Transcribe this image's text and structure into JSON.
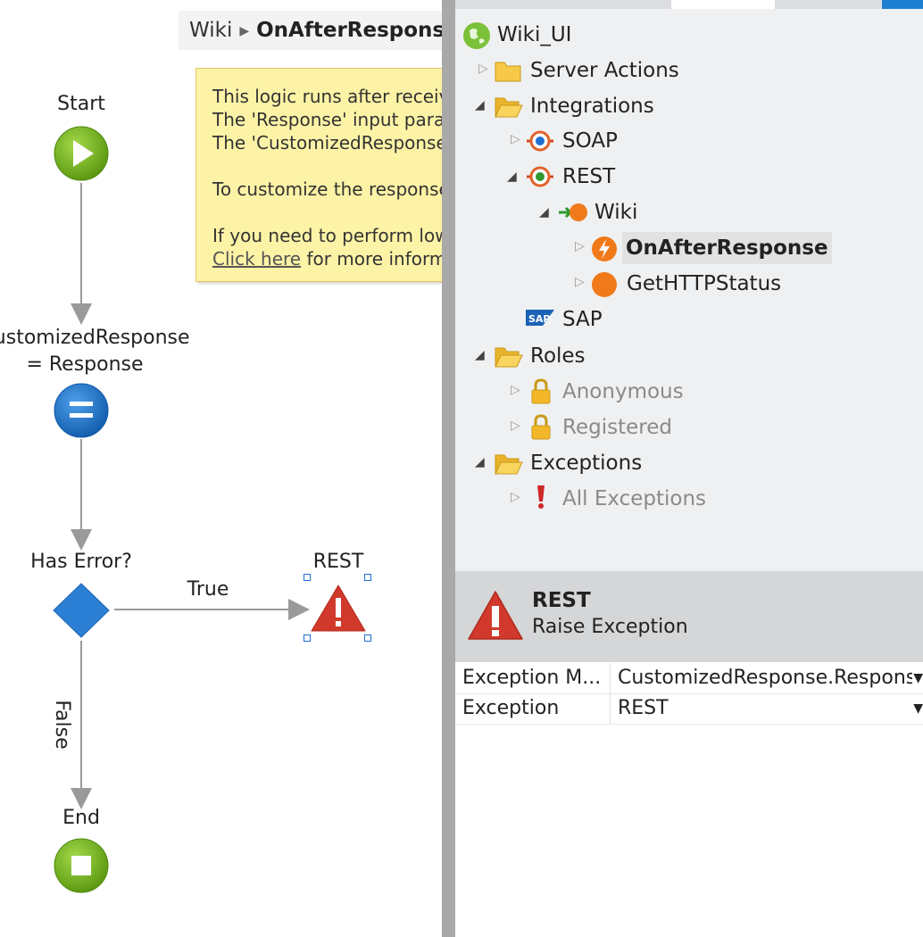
{
  "breadcrumb": {
    "module": "Wiki",
    "page": "OnAfterResponse"
  },
  "note": {
    "lines": [
      "This logic runs after receiving",
      "The 'Response' input parameter",
      "The 'CustomizedResponse' output"
    ],
    "line4": "To customize the response",
    "line5": "If you need to perform low",
    "link": "Click here",
    "link_tail": " for more information"
  },
  "flow": {
    "start": "Start",
    "assign_line1": "CustomizedResponse",
    "assign_line2": "= Response",
    "if": "Has Error?",
    "true_label": "True",
    "false_label": "False",
    "raise_label": "REST",
    "end": "End"
  },
  "tree": {
    "root": "Wiki_UI",
    "items": [
      {
        "label": "Server Actions"
      },
      {
        "label": "Integrations"
      },
      {
        "label": "SOAP"
      },
      {
        "label": "REST"
      },
      {
        "label": "Wiki"
      },
      {
        "label": "OnAfterResponse"
      },
      {
        "label": "GetHTTPStatus"
      },
      {
        "label": "SAP"
      },
      {
        "label": "Roles"
      },
      {
        "label": "Anonymous"
      },
      {
        "label": "Registered"
      },
      {
        "label": "Exceptions"
      },
      {
        "label": "All Exceptions"
      }
    ]
  },
  "detail": {
    "title": "REST",
    "subtitle": "Raise Exception"
  },
  "properties": [
    {
      "name": "Exception M...",
      "value": "CustomizedResponse.Response"
    },
    {
      "name": "Exception",
      "value": "REST"
    }
  ],
  "colors": {
    "start": "#7ab51d",
    "assign": "#1f73c7",
    "if": "#2b7fd4",
    "raise": "#d0392b",
    "note_bg": "#fdf3a6",
    "selection": "#1e6fd6"
  }
}
